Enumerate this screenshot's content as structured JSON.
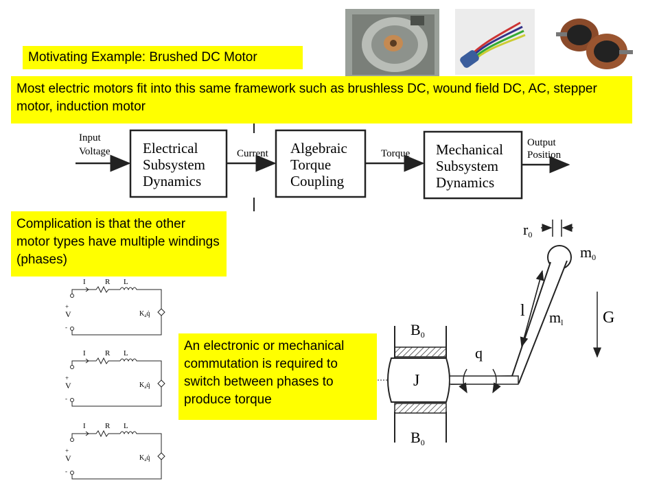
{
  "callouts": {
    "title": "Motivating Example: Brushed DC Motor",
    "framework": "Most electric motors fit into this same framework such as brushless DC, wound field DC, AC, stepper motor, induction motor",
    "complication": "Complication is that the other motor types have multiple windings (phases)",
    "commutation": "An electronic or mechanical commutation is required to switch between phases to produce torque"
  },
  "block_diagram": {
    "input_line1": "Input",
    "input_line2": "Voltage",
    "block1": [
      "Electrical",
      "Subsystem",
      "Dynamics"
    ],
    "current_label": "Current",
    "block2": [
      "Algebraic",
      "Torque",
      "Coupling"
    ],
    "torque_label": "Torque",
    "block3": [
      "Mechanical",
      "Subsystem",
      "Dynamics"
    ],
    "output_line1": "Output",
    "output_line2": "Position"
  },
  "circuit": {
    "I": "I",
    "R": "R",
    "L": "L",
    "plus": "+",
    "V": "V",
    "minus": "-",
    "back_emf": "K",
    "back_emf_sub": "a",
    "back_emf_var": "q̇"
  },
  "mechanism": {
    "r0": "r",
    "r0_sub": "0",
    "m0": "m",
    "m0_sub": "0",
    "l": "l",
    "m1": "m",
    "m1_sub": "l",
    "G": "G",
    "B0_top": "B",
    "B0_top_sub": "0",
    "q": "q",
    "J": "J",
    "B0_bottom": "B",
    "B0_bottom_sub": "0"
  },
  "photos": [
    "motor-photo-1",
    "motor-photo-2",
    "motor-photo-3"
  ]
}
